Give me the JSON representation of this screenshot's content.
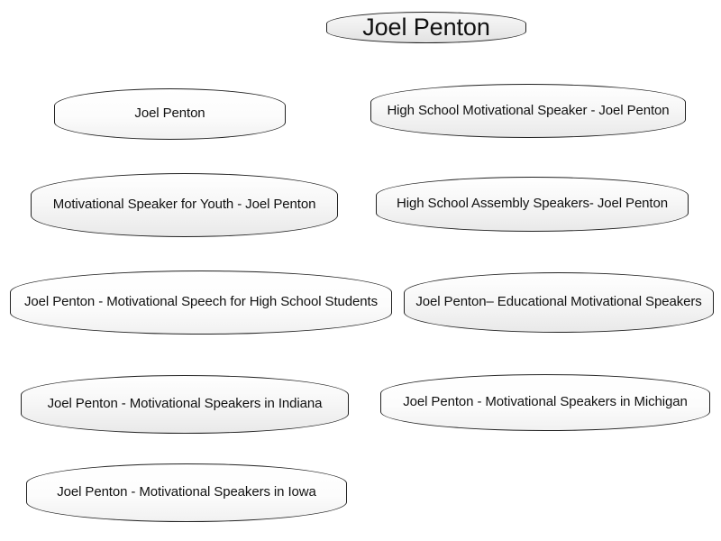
{
  "diagram": {
    "title": "Joel Penton",
    "nodes": [
      "Joel Penton",
      "High School Motivational Speaker - Joel Penton",
      "Motivational Speaker for Youth - Joel Penton",
      "High School Assembly Speakers- Joel Penton",
      "Joel Penton - Motivational Speech for High School Students",
      "Joel Penton– Educational Motivational Speakers",
      "Joel Penton - Motivational Speakers in Indiana",
      "Joel Penton - Motivational Speakers in Michigan",
      "Joel Penton - Motivational Speakers in Iowa"
    ]
  },
  "colors": {
    "border": "#222222",
    "fill_light": "#ffffff",
    "fill_shade": "#e9e9e9",
    "text": "#111111"
  }
}
